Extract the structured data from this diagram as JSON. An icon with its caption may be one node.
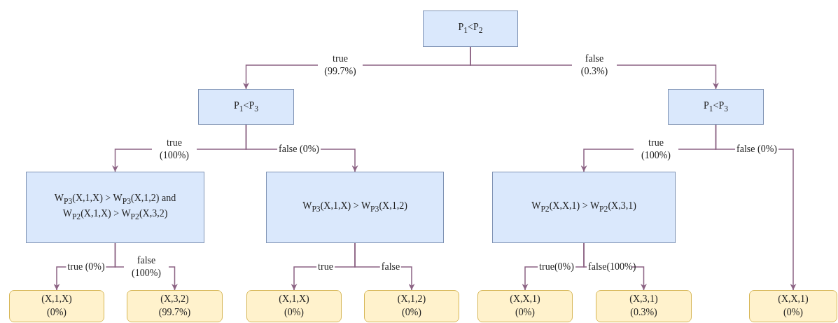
{
  "diagram": {
    "nodes": [
      {
        "text": [
          "P$_{1}$<P$_{2}$"
        ]
      },
      {
        "text": [
          "P$_{1}$<P$_{3}$"
        ]
      },
      {
        "text": [
          "P$_{1}$<P$_{3}$"
        ]
      },
      {
        "text": [
          "W$_{P3}$(X,1,X) > W$_{P3}$(X,1,2) and W$_{P2}$(X,1,X) > W$_{P2}$(X,3,2)"
        ]
      },
      {
        "text": [
          "W$_{P3}$(X,1,X) > W$_{P3}$(X,1,2)"
        ]
      },
      {
        "text": [
          "W$_{P2}$(X,X,1) > W$_{P2}$(X,3,1)"
        ]
      },
      {
        "text": [
          "(X,1,X)",
          "(0%)"
        ]
      },
      {
        "text": [
          "(X,3,2)",
          "(99.7%)"
        ]
      },
      {
        "text": [
          "(X,1,X)",
          "(0%)"
        ]
      },
      {
        "text": [
          "(X,1,2)",
          "(0%)"
        ]
      },
      {
        "text": [
          "(X,X,1)",
          "(0%)"
        ]
      },
      {
        "text": [
          "(X,3,1)",
          "(0.3%)"
        ]
      },
      {
        "text": [
          "(X,X,1)",
          "(0%)"
        ]
      }
    ],
    "edges": [
      {
        "from": 0,
        "to": 1,
        "arrow": "to",
        "label": "true (99.7%)"
      },
      {
        "from": 0,
        "to": 2,
        "arrow": "to",
        "label": "false (0.3%)"
      },
      {
        "from": 1,
        "to": 3,
        "arrow": "to",
        "label": "true (100%)"
      },
      {
        "from": 1,
        "to": 4,
        "arrow": "to",
        "label": "false (0%)"
      },
      {
        "from": 2,
        "to": 5,
        "arrow": "to",
        "label": "true (100%)"
      },
      {
        "from": 2,
        "to": 12,
        "arrow": "to",
        "label": "false (0%)"
      },
      {
        "from": 3,
        "to": 6,
        "arrow": "to",
        "label": "true (0%)"
      },
      {
        "from": 3,
        "to": 7,
        "arrow": "to",
        "label": "false (100%)"
      },
      {
        "from": 4,
        "to": 8,
        "arrow": "to",
        "label": "true"
      },
      {
        "from": 4,
        "to": 9,
        "arrow": "to",
        "label": "false"
      },
      {
        "from": 5,
        "to": 10,
        "arrow": "to",
        "label": "true(0%)"
      },
      {
        "from": 5,
        "to": 11,
        "arrow": "to",
        "label": "false(100%)"
      }
    ]
  }
}
